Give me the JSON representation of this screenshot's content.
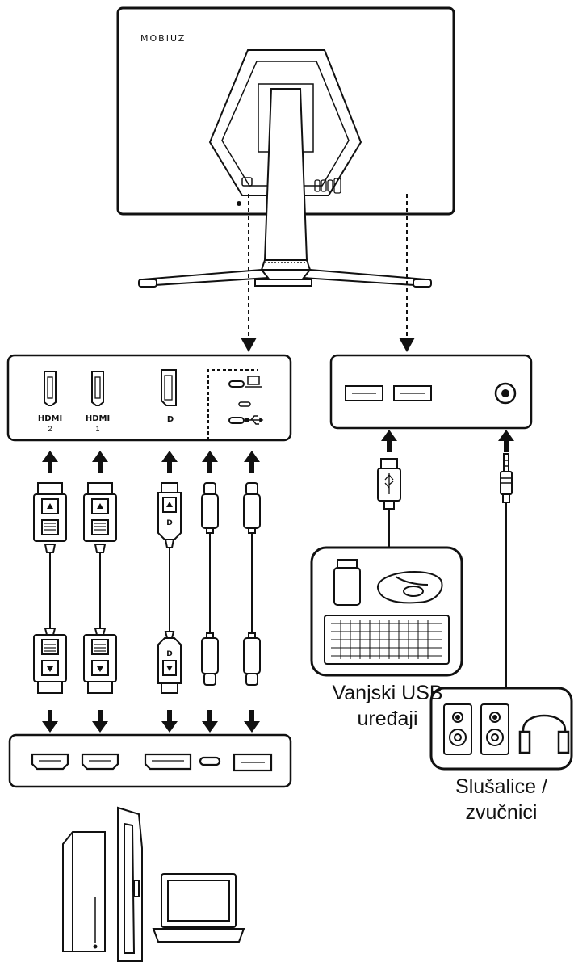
{
  "monitor": {
    "brand": "MOBIUZ"
  },
  "input_panel": {
    "ports": [
      {
        "id": "hdmi2",
        "label": "HDMI",
        "sub": "2"
      },
      {
        "id": "hdmi1",
        "label": "HDMI",
        "sub": "1"
      },
      {
        "id": "dp",
        "label": "D",
        "sub": ""
      },
      {
        "id": "usbc-video",
        "icon": "laptop-icon"
      },
      {
        "id": "usbc-usb",
        "icon": "usb-icon"
      }
    ]
  },
  "usb_devices": {
    "caption_line1": "Vanjski USB",
    "caption_line2": "uređaji"
  },
  "audio_devices": {
    "caption_line1": "Slušalice /",
    "caption_line2": "zvučnici"
  },
  "source_devices": [
    "console-tower-icon",
    "console-slim-icon",
    "laptop-icon"
  ]
}
